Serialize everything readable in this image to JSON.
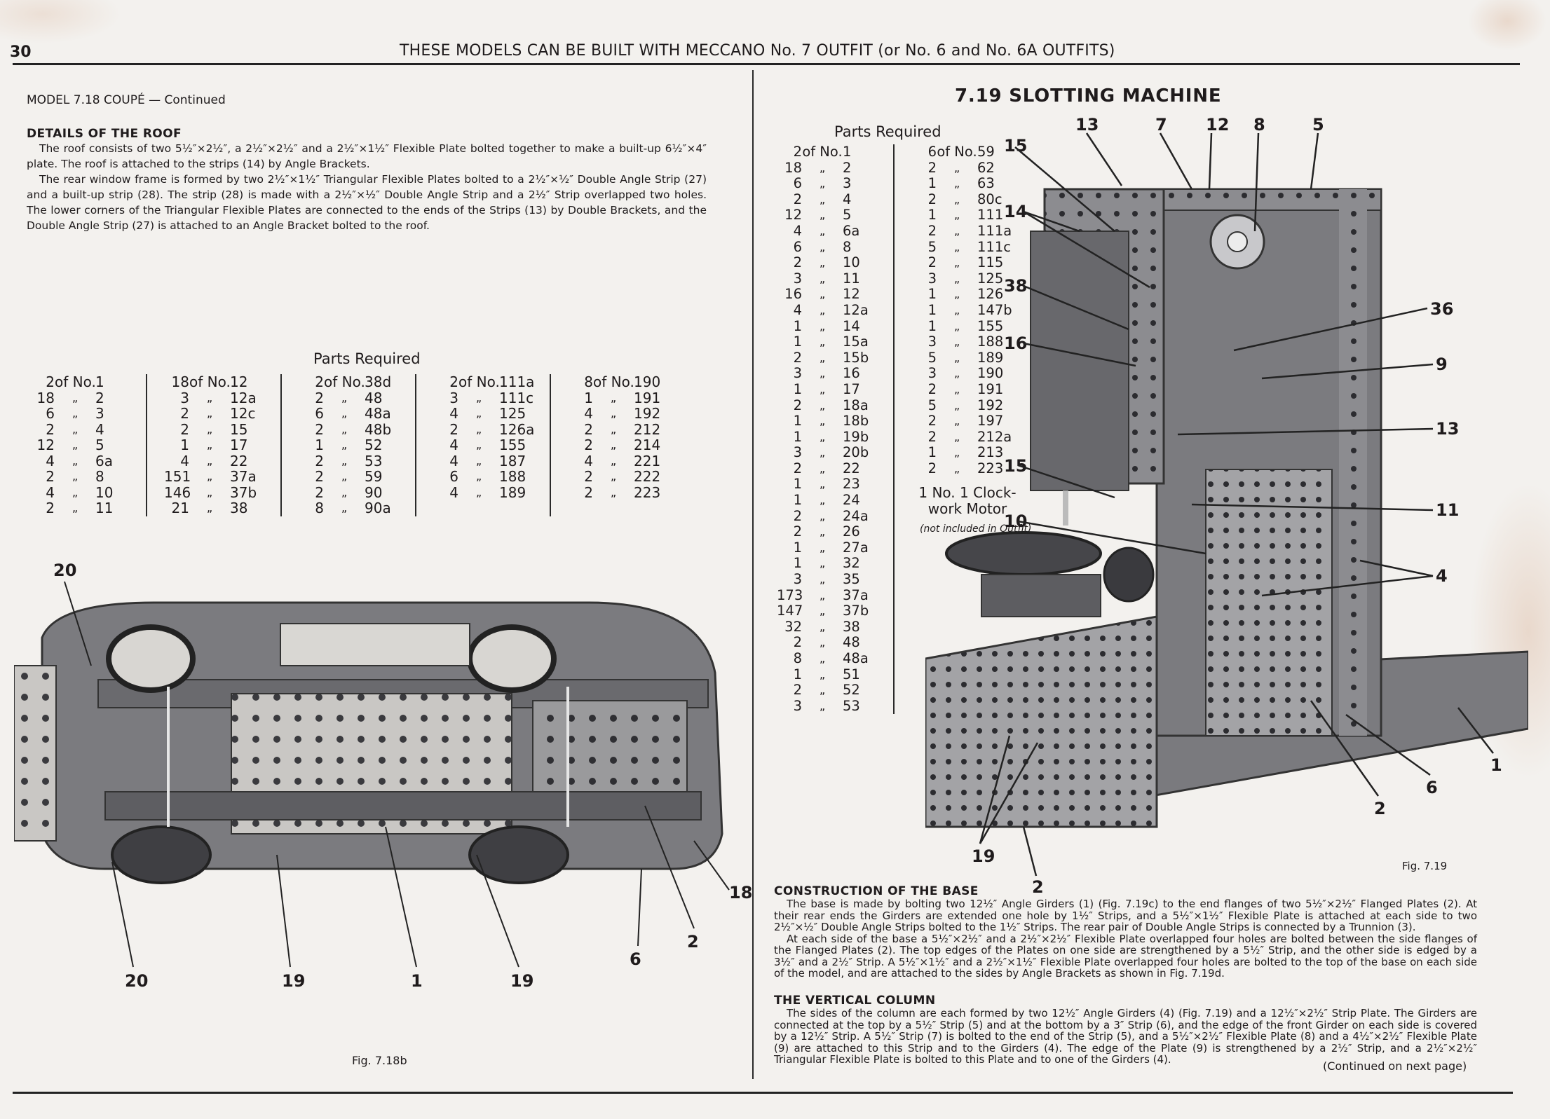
{
  "header": {
    "page_number": "30",
    "running_head": "THESE MODELS CAN BE BUILT WITH MECCANO No. 7 OUTFIT (or No. 6 and No. 6A OUTFITS)"
  },
  "left": {
    "model_continued": "MODEL 7.18  COUPÉ — Continued",
    "roof_heading": "DETAILS OF THE ROOF",
    "roof_paragraphs": [
      "The roof consists of two 5½″×2½″, a 2½″×2½″ and a 2½″×1½″ Flexible Plate bolted together to make a built-up 6½″×4″ plate. The roof is attached to the strips (14) by Angle Brackets.",
      "The rear window frame is formed by two 2½″×1½″ Triangular Flexible Plates bolted to a 2½″×½″ Double Angle Strip (27) and a built-up strip (28). The strip (28) is made with a 2½″×½″ Double Angle Strip and a 2½″ Strip overlapped two holes. The lower corners of the Triangular Flexible Plates are connected to the ends of the Strips (13) by Double Brackets, and the Double Angle Strip (27) is attached to an Angle Bracket bolted to the roof."
    ],
    "parts_title": "Parts Required",
    "ditto": "„",
    "of_no": "of No.",
    "parts_columns": [
      [
        [
          "2",
          "1"
        ],
        [
          "18",
          "2"
        ],
        [
          "6",
          "3"
        ],
        [
          "2",
          "4"
        ],
        [
          "12",
          "5"
        ],
        [
          "4",
          "6a"
        ],
        [
          "2",
          "8"
        ],
        [
          "4",
          "10"
        ],
        [
          "2",
          "11"
        ]
      ],
      [
        [
          "18",
          "12"
        ],
        [
          "3",
          "12a"
        ],
        [
          "2",
          "12c"
        ],
        [
          "2",
          "15"
        ],
        [
          "1",
          "17"
        ],
        [
          "4",
          "22"
        ],
        [
          "151",
          "37a"
        ],
        [
          "146",
          "37b"
        ],
        [
          "21",
          "38"
        ]
      ],
      [
        [
          "2",
          "38d"
        ],
        [
          "2",
          "48"
        ],
        [
          "6",
          "48a"
        ],
        [
          "2",
          "48b"
        ],
        [
          "1",
          "52"
        ],
        [
          "2",
          "53"
        ],
        [
          "2",
          "59"
        ],
        [
          "2",
          "90"
        ],
        [
          "8",
          "90a"
        ]
      ],
      [
        [
          "2",
          "111a"
        ],
        [
          "3",
          "111c"
        ],
        [
          "4",
          "125"
        ],
        [
          "2",
          "126a"
        ],
        [
          "4",
          "155"
        ],
        [
          "4",
          "187"
        ],
        [
          "6",
          "188"
        ],
        [
          "4",
          "189"
        ]
      ],
      [
        [
          "8",
          "190"
        ],
        [
          "1",
          "191"
        ],
        [
          "4",
          "192"
        ],
        [
          "2",
          "212"
        ],
        [
          "2",
          "214"
        ],
        [
          "4",
          "221"
        ],
        [
          "2",
          "222"
        ],
        [
          "2",
          "223"
        ]
      ]
    ],
    "figure": {
      "caption": "Fig. 7.18b",
      "callouts": [
        "20",
        "20",
        "19",
        "1",
        "19",
        "6",
        "2",
        "18"
      ]
    }
  },
  "right": {
    "title": "7.19  SLOTTING MACHINE",
    "parts_title": "Parts Required",
    "ditto": "„",
    "of_no": "of No.",
    "parts_columns": [
      [
        [
          "2",
          "1"
        ],
        [
          "18",
          "2"
        ],
        [
          "6",
          "3"
        ],
        [
          "2",
          "4"
        ],
        [
          "12",
          "5"
        ],
        [
          "4",
          "6a"
        ],
        [
          "6",
          "8"
        ],
        [
          "2",
          "10"
        ],
        [
          "3",
          "11"
        ],
        [
          "16",
          "12"
        ],
        [
          "4",
          "12a"
        ],
        [
          "1",
          "14"
        ],
        [
          "1",
          "15a"
        ],
        [
          "2",
          "15b"
        ],
        [
          "3",
          "16"
        ],
        [
          "1",
          "17"
        ],
        [
          "2",
          "18a"
        ],
        [
          "1",
          "18b"
        ],
        [
          "1",
          "19b"
        ],
        [
          "3",
          "20b"
        ],
        [
          "2",
          "22"
        ],
        [
          "1",
          "23"
        ],
        [
          "1",
          "24"
        ],
        [
          "2",
          "24a"
        ],
        [
          "2",
          "26"
        ],
        [
          "1",
          "27a"
        ],
        [
          "1",
          "32"
        ],
        [
          "3",
          "35"
        ],
        [
          "173",
          "37a"
        ],
        [
          "147",
          "37b"
        ],
        [
          "32",
          "38"
        ],
        [
          "2",
          "48"
        ],
        [
          "8",
          "48a"
        ],
        [
          "1",
          "51"
        ],
        [
          "2",
          "52"
        ],
        [
          "3",
          "53"
        ]
      ],
      [
        [
          "6",
          "59"
        ],
        [
          "2",
          "62"
        ],
        [
          "1",
          "63"
        ],
        [
          "2",
          "80c"
        ],
        [
          "1",
          "111"
        ],
        [
          "2",
          "111a"
        ],
        [
          "5",
          "111c"
        ],
        [
          "2",
          "115"
        ],
        [
          "3",
          "125"
        ],
        [
          "1",
          "126"
        ],
        [
          "1",
          "147b"
        ],
        [
          "1",
          "155"
        ],
        [
          "3",
          "188"
        ],
        [
          "5",
          "189"
        ],
        [
          "3",
          "190"
        ],
        [
          "2",
          "191"
        ],
        [
          "5",
          "192"
        ],
        [
          "2",
          "197"
        ],
        [
          "2",
          "212a"
        ],
        [
          "1",
          "213"
        ],
        [
          "2",
          "223"
        ]
      ]
    ],
    "motor_note": "1 No. 1 Clock-work Motor",
    "motor_sub": "(not included in Outfit)",
    "figure": {
      "caption": "Fig. 7.19",
      "callouts": [
        "13",
        "7",
        "12",
        "8",
        "5",
        "15",
        "14",
        "38",
        "16",
        "36",
        "9",
        "13",
        "15",
        "11",
        "10",
        "4",
        "1",
        "6",
        "2",
        "19",
        "2"
      ]
    },
    "base_heading": "CONSTRUCTION OF THE BASE",
    "base_paragraphs": [
      "The base is made by bolting two 12½″ Angle Girders (1) (Fig. 7.19c) to the end flanges of two 5½″×2½″ Flanged Plates (2). At their rear ends the Girders are extended one hole by 1½″ Strips, and a 5½″×1½″ Flexible Plate is attached at each side to two 2½″×½″ Double Angle Strips bolted to the 1½″ Strips. The rear pair of Double Angle Strips is connected by a Trunnion (3).",
      "At each side of the base a 5½″×2½″ and a 2½″×2½″ Flexible Plate overlapped four holes are bolted between the side flanges of the Flanged Plates (2). The top edges of the Plates on one side are strengthened by a 5½″ Strip, and the other side is edged by a 3½″ and a 2½″ Strip. A 5½″×1½″ and a 2½″×1½″ Flexible Plate overlapped four holes are bolted to the top of the base on each side of the model, and are attached to the sides by Angle Brackets as shown in Fig. 7.19d."
    ],
    "column_heading": "THE VERTICAL COLUMN",
    "column_paragraphs": [
      "The sides of the column are each formed by two 12½″ Angle Girders (4) (Fig. 7.19) and a 12½″×2½″ Strip Plate. The Girders are connected at the top by a 5½″ Strip (5) and at the bottom by a 3″ Strip (6), and the edge of the front Girder on each side is covered by a 12½″ Strip. A 5½″ Strip (7) is bolted to the end of the Strip (5), and a 5½″×2½″ Flexible Plate (8) and a 4½″×2½″ Flexible Plate (9) are attached to this Strip and to the Girders (4). The edge of the Plate (9) is strengthened by a 2½″ Strip, and a 2½″×2½″ Triangular Flexible Plate is bolted to this Plate and to one of the Girders (4)."
    ],
    "continued": "(Continued on next page)"
  }
}
